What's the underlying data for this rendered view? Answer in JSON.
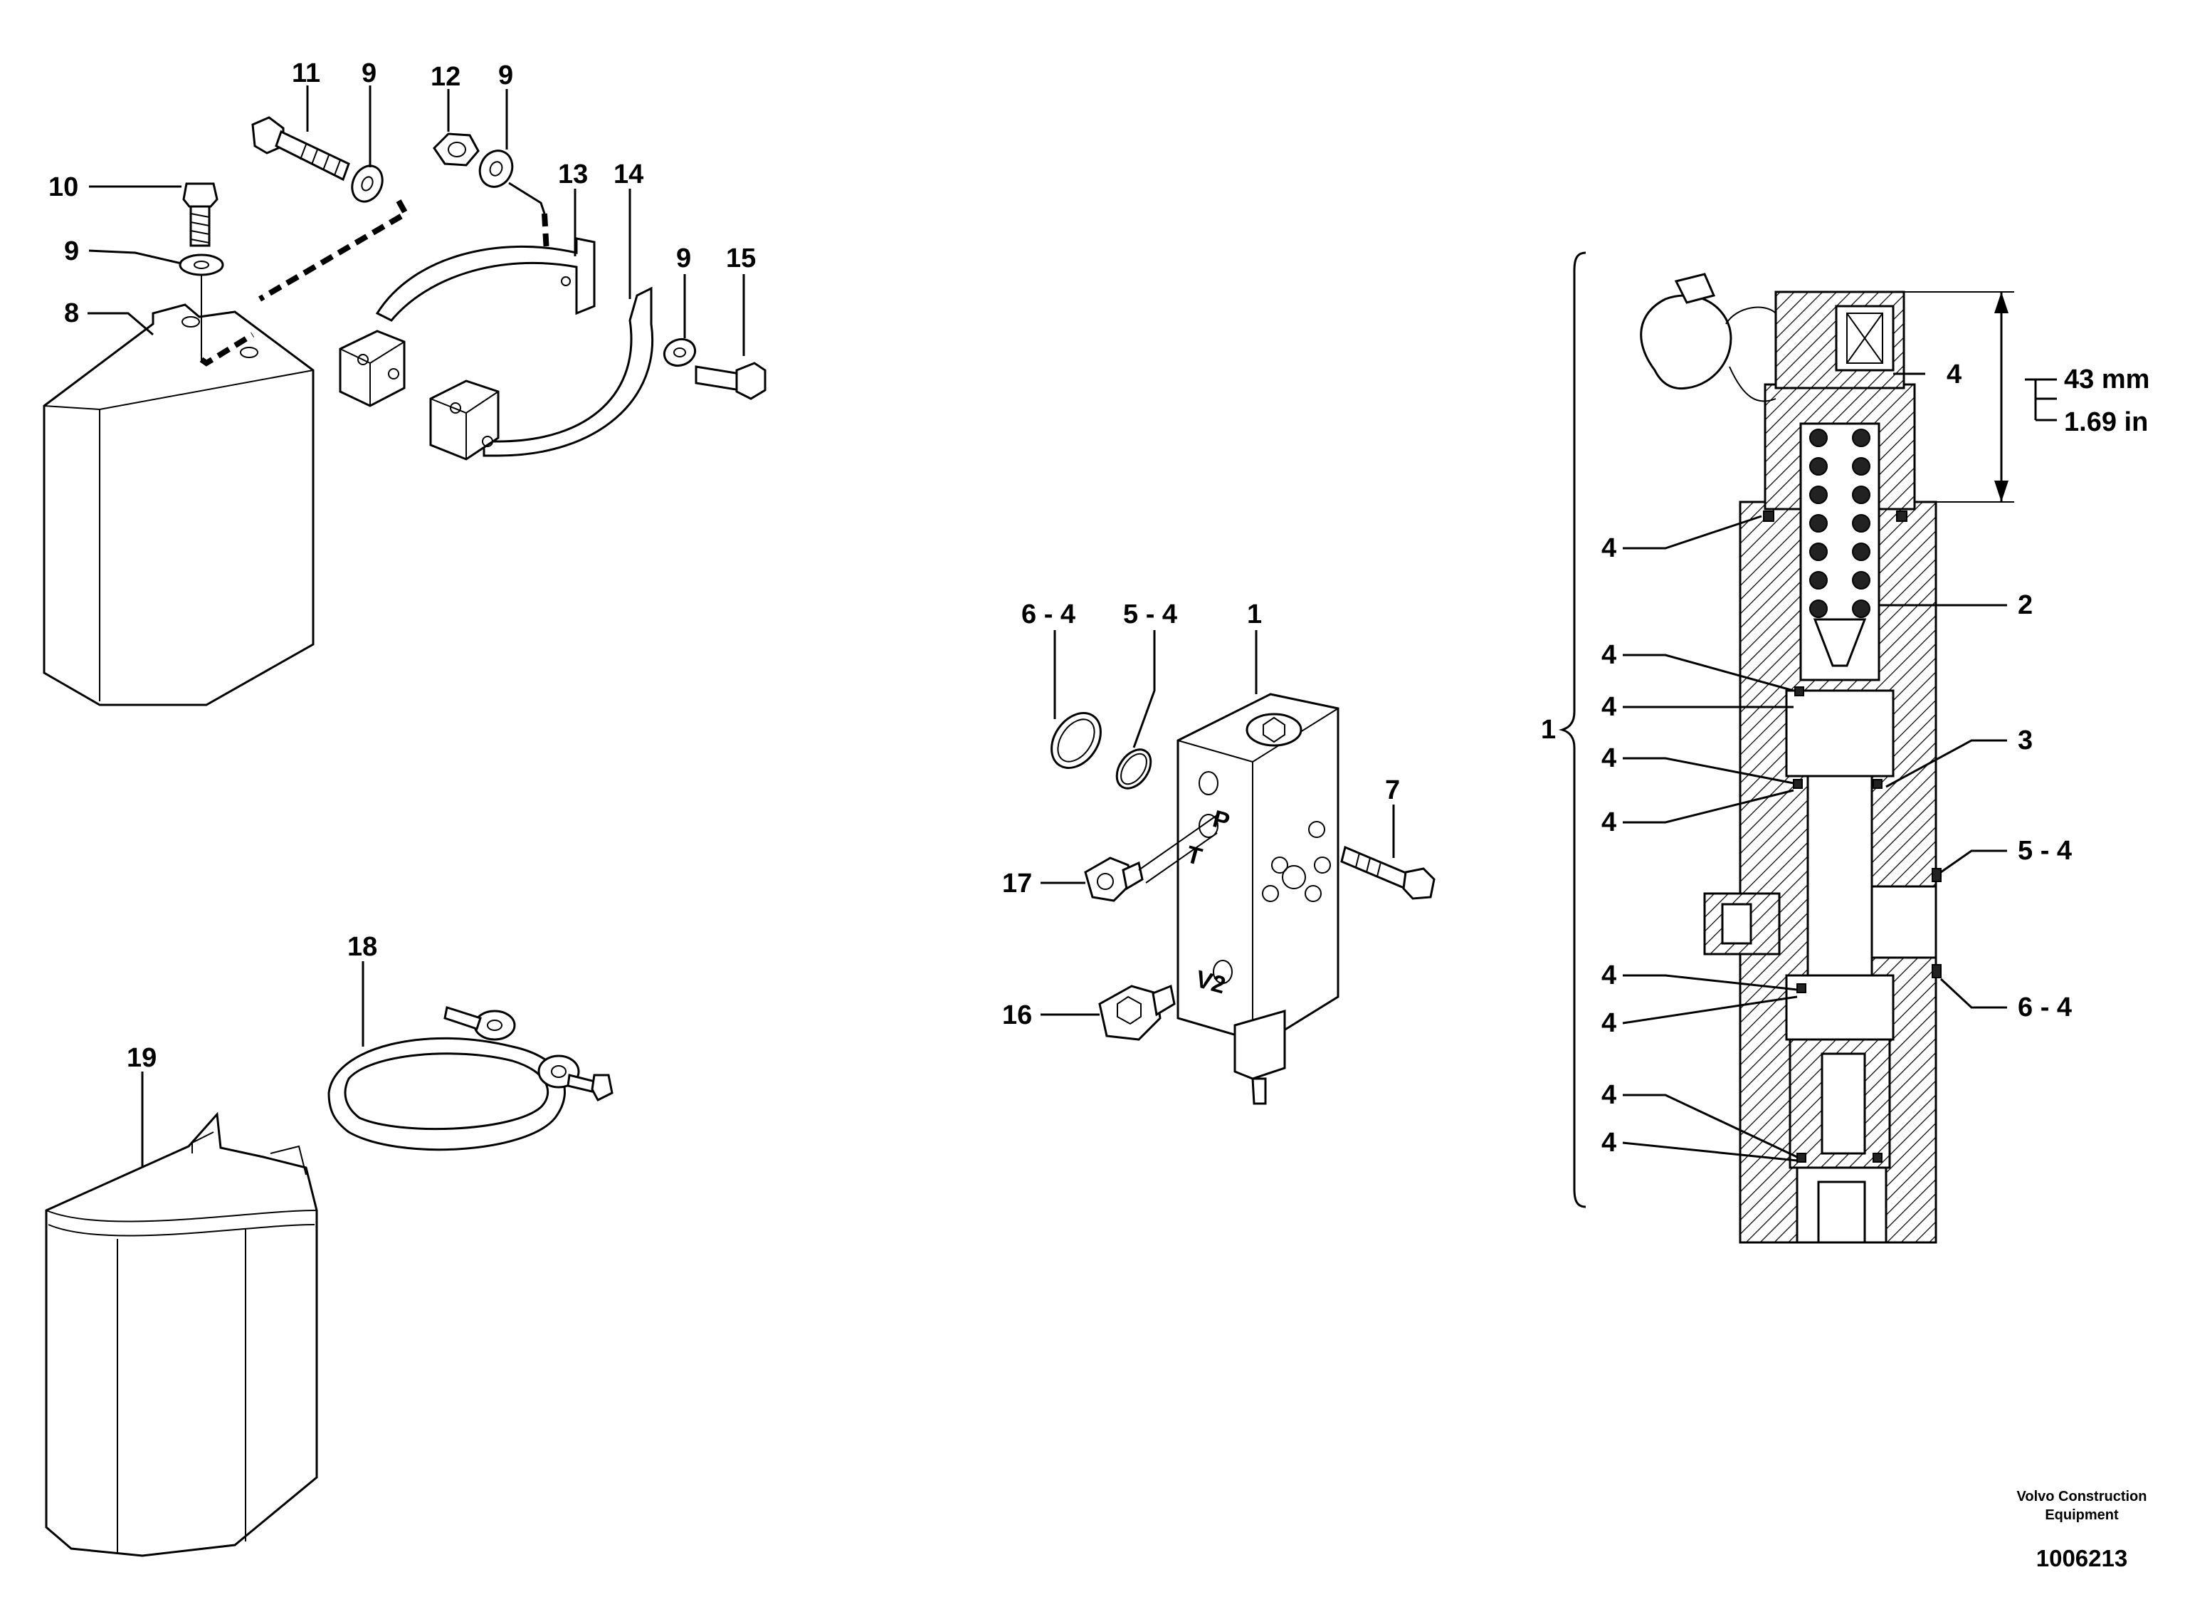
{
  "diagram": {
    "callouts": {
      "c8": "8",
      "c9a": "9",
      "c10": "10",
      "c11": "11",
      "c9b": "9",
      "c12": "12",
      "c9c": "9",
      "c13": "13",
      "c14": "14",
      "c9d": "9",
      "c15": "15",
      "c18": "18",
      "c19": "19",
      "c6_4": "6 - 4",
      "c5_4": "5 - 4",
      "c1": "1",
      "c7": "7",
      "c17": "17",
      "c16": "16",
      "s4_top": "4",
      "s4_a": "4",
      "s2": "2",
      "s4_b": "4",
      "s4_c": "4",
      "s1": "1",
      "s4_d": "4",
      "s3": "3",
      "s4_e": "4",
      "s5_4": "5 - 4",
      "s4_f": "4",
      "s6_4": "6 - 4",
      "s4_g": "4",
      "s4_h": "4",
      "s4_i": "4"
    },
    "ports": {
      "p": "P",
      "t": "T",
      "v2": "V2"
    },
    "dimension": {
      "metric": "43 mm",
      "imperial": "1.69 in"
    },
    "footer": {
      "company_line1": "Volvo Construction",
      "company_line2": "Equipment",
      "doc_number": "1006213"
    }
  }
}
